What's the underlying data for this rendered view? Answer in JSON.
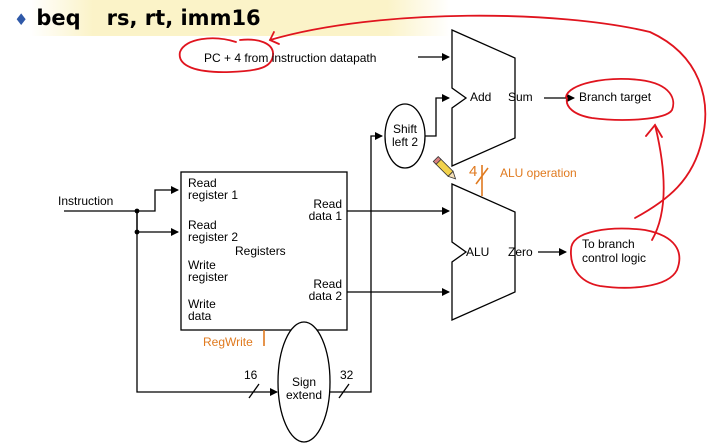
{
  "title": {
    "bullet": "♦",
    "opcode": "beq",
    "operands": "rs, rt, imm16"
  },
  "labels": {
    "pc_plus4": "PC + 4 from instruction datapath",
    "add": "Add",
    "sum": "Sum",
    "branch_target": "Branch target",
    "shift_line1": "Shift",
    "shift_line2": "left 2",
    "alu_op_bits": "4",
    "alu_operation": "ALU operation",
    "instruction": "Instruction",
    "read_reg1_l1": "Read",
    "read_reg1_l2": "register 1",
    "read_reg2_l1": "Read",
    "read_reg2_l2": "register 2",
    "write_reg_l1": "Write",
    "write_reg_l2": "register",
    "write_data_l1": "Write",
    "write_data_l2": "data",
    "registers": "Registers",
    "read_data1_l1": "Read",
    "read_data1_l2": "data 1",
    "read_data2_l1": "Read",
    "read_data2_l2": "data 2",
    "alu": "ALU",
    "zero": "Zero",
    "to_branch_l1": "To branch",
    "to_branch_l2": "control logic",
    "regwrite": "RegWrite",
    "bits16": "16",
    "bits32": "32",
    "sign_l1": "Sign",
    "sign_l2": "extend"
  },
  "colors": {
    "title_bullet": "#2f59a8",
    "control_signal": "#e07a1f",
    "annotation_ink": "#e0141e",
    "title_highlight": "#fbf3c8"
  },
  "icons": {
    "pen_cursor": "pencil-icon"
  }
}
